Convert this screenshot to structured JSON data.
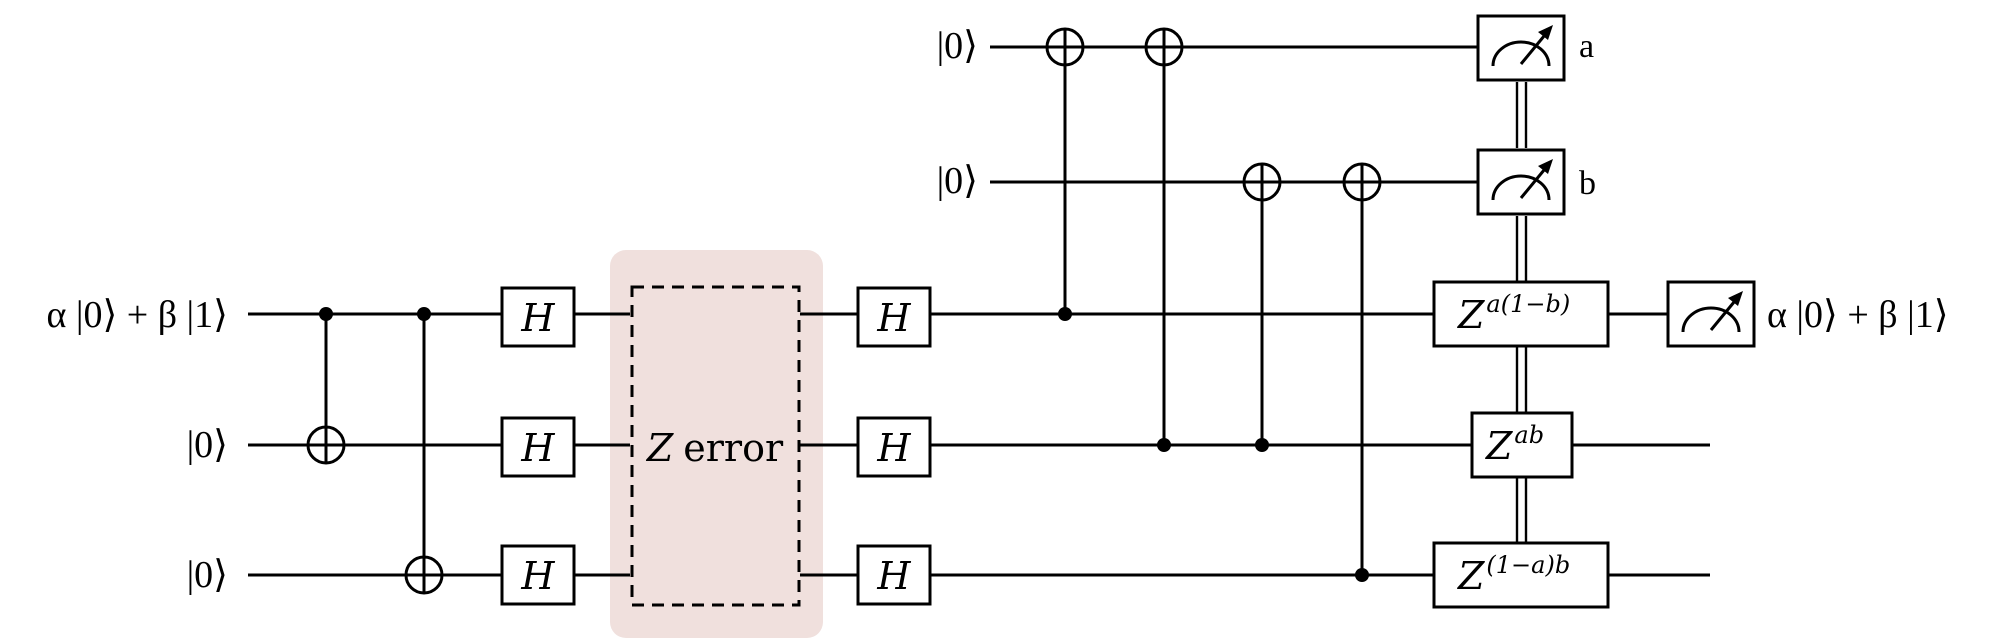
{
  "inputs": {
    "data_qubit": "α |0⟩ + β |1⟩",
    "ancilla_1": "|0⟩",
    "ancilla_2": "|0⟩",
    "syndrome_a": "|0⟩",
    "syndrome_b": "|0⟩"
  },
  "gates": {
    "hadamard": "H",
    "error_label_var": "Z",
    "error_label_word": "error",
    "z_gate_base": "Z",
    "z_top_exp": "a(1−b)",
    "z_mid_exp": "ab",
    "z_bot_exp": "(1−a)b"
  },
  "measurements": {
    "label_a": "a",
    "label_b": "b"
  },
  "output": {
    "data_qubit": "α |0⟩ + β |1⟩"
  },
  "colors": {
    "error_region_fill": "#f0e0dd",
    "wire": "#000000"
  }
}
